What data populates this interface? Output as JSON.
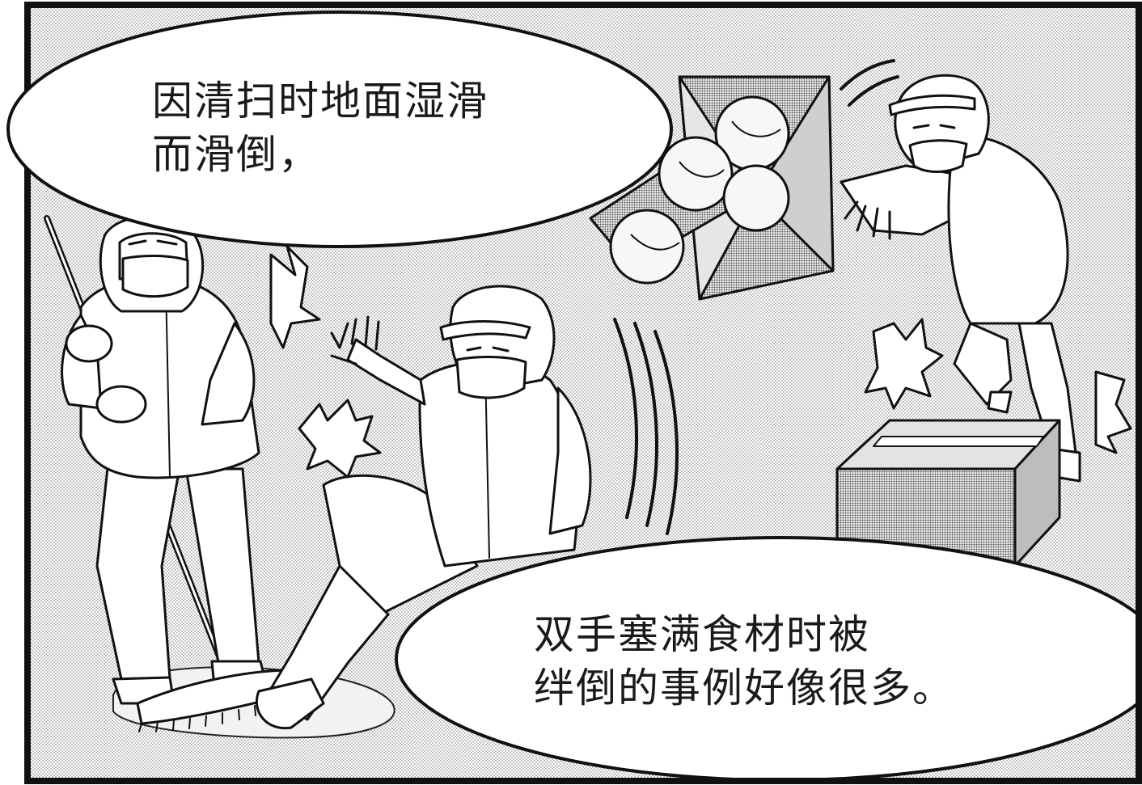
{
  "comic_panel": {
    "bubble_top": {
      "line1": "因清扫时地面湿滑",
      "line2": "而滑倒，"
    },
    "bubble_bottom": {
      "line1": "双手塞满食材时被",
      "line2": "绊倒的事例好像很多。"
    }
  },
  "colors": {
    "ink": "#1a1a1a",
    "screentone": "#dcdcdc",
    "paper": "#ffffff"
  }
}
